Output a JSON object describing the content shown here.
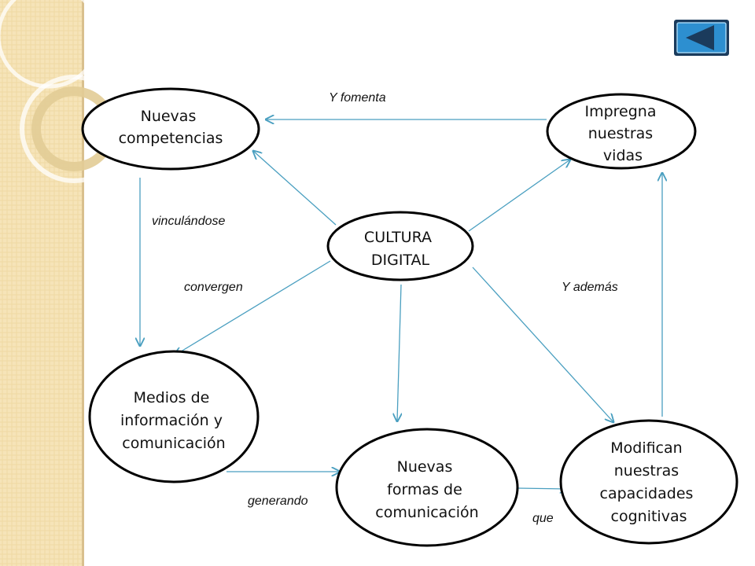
{
  "nodes": {
    "nuevas_competencias": [
      "Nuevas",
      "competencias"
    ],
    "impregna": [
      "Impregna",
      "nuestras",
      "vidas"
    ],
    "cultura_digital": [
      "CULTURA",
      "DIGITAL"
    ],
    "medios": [
      "Medios de",
      "información y",
      "comunicación"
    ],
    "nuevas_formas": [
      "Nuevas",
      "formas de",
      "comunicación"
    ],
    "modifican": [
      "Modifican",
      "nuestras",
      "capacidades",
      "cognitivas"
    ]
  },
  "edge_labels": {
    "y_fomenta": "Y fomenta",
    "vinculandose": "vinculándose",
    "convergen": "convergen",
    "y_ademas": "Y además",
    "generando": "generando",
    "que": "que"
  },
  "back_button": {
    "icon": "back-arrow-icon"
  },
  "colors": {
    "arrow": "#4a9fc0",
    "node_border": "#000000",
    "sidebar": "#f6e4b8",
    "button_fill": "#2d8fd0",
    "button_dark": "#1b3b5c"
  }
}
